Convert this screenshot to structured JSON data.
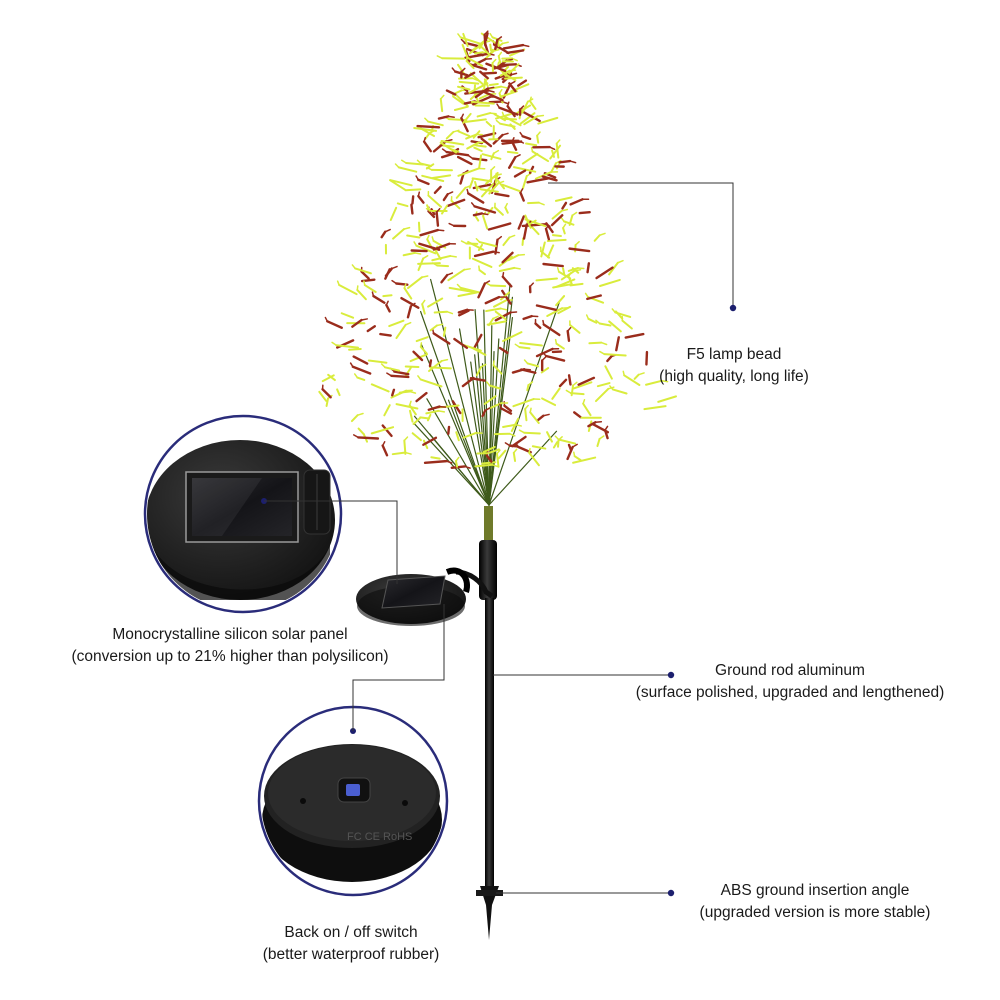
{
  "colors": {
    "background": "#ffffff",
    "leader_line": "#333333",
    "leader_dot": "#1c1f6e",
    "callout_ring": "#2a2c7a",
    "foliage_yellow": "#d9ec3c",
    "foliage_red": "#9a2c1c",
    "rod": "#151515"
  },
  "callouts": {
    "lamp_bead": {
      "line1": "F5 lamp bead",
      "line2": "(high quality, long life)"
    },
    "solar_panel": {
      "line1": "Monocrystalline silicon solar panel",
      "line2": "(conversion up to 21% higher than polysilicon)"
    },
    "ground_rod": {
      "line1": "Ground rod aluminum",
      "line2": "(surface polished, upgraded and lengthened)"
    },
    "switch": {
      "line1": "Back on / off switch",
      "line2": "(better waterproof rubber)"
    },
    "insertion": {
      "line1": "ABS ground insertion angle",
      "line2": "(upgraded version is more stable)"
    }
  },
  "markings": {
    "certifications": "FC CE RoHS"
  }
}
